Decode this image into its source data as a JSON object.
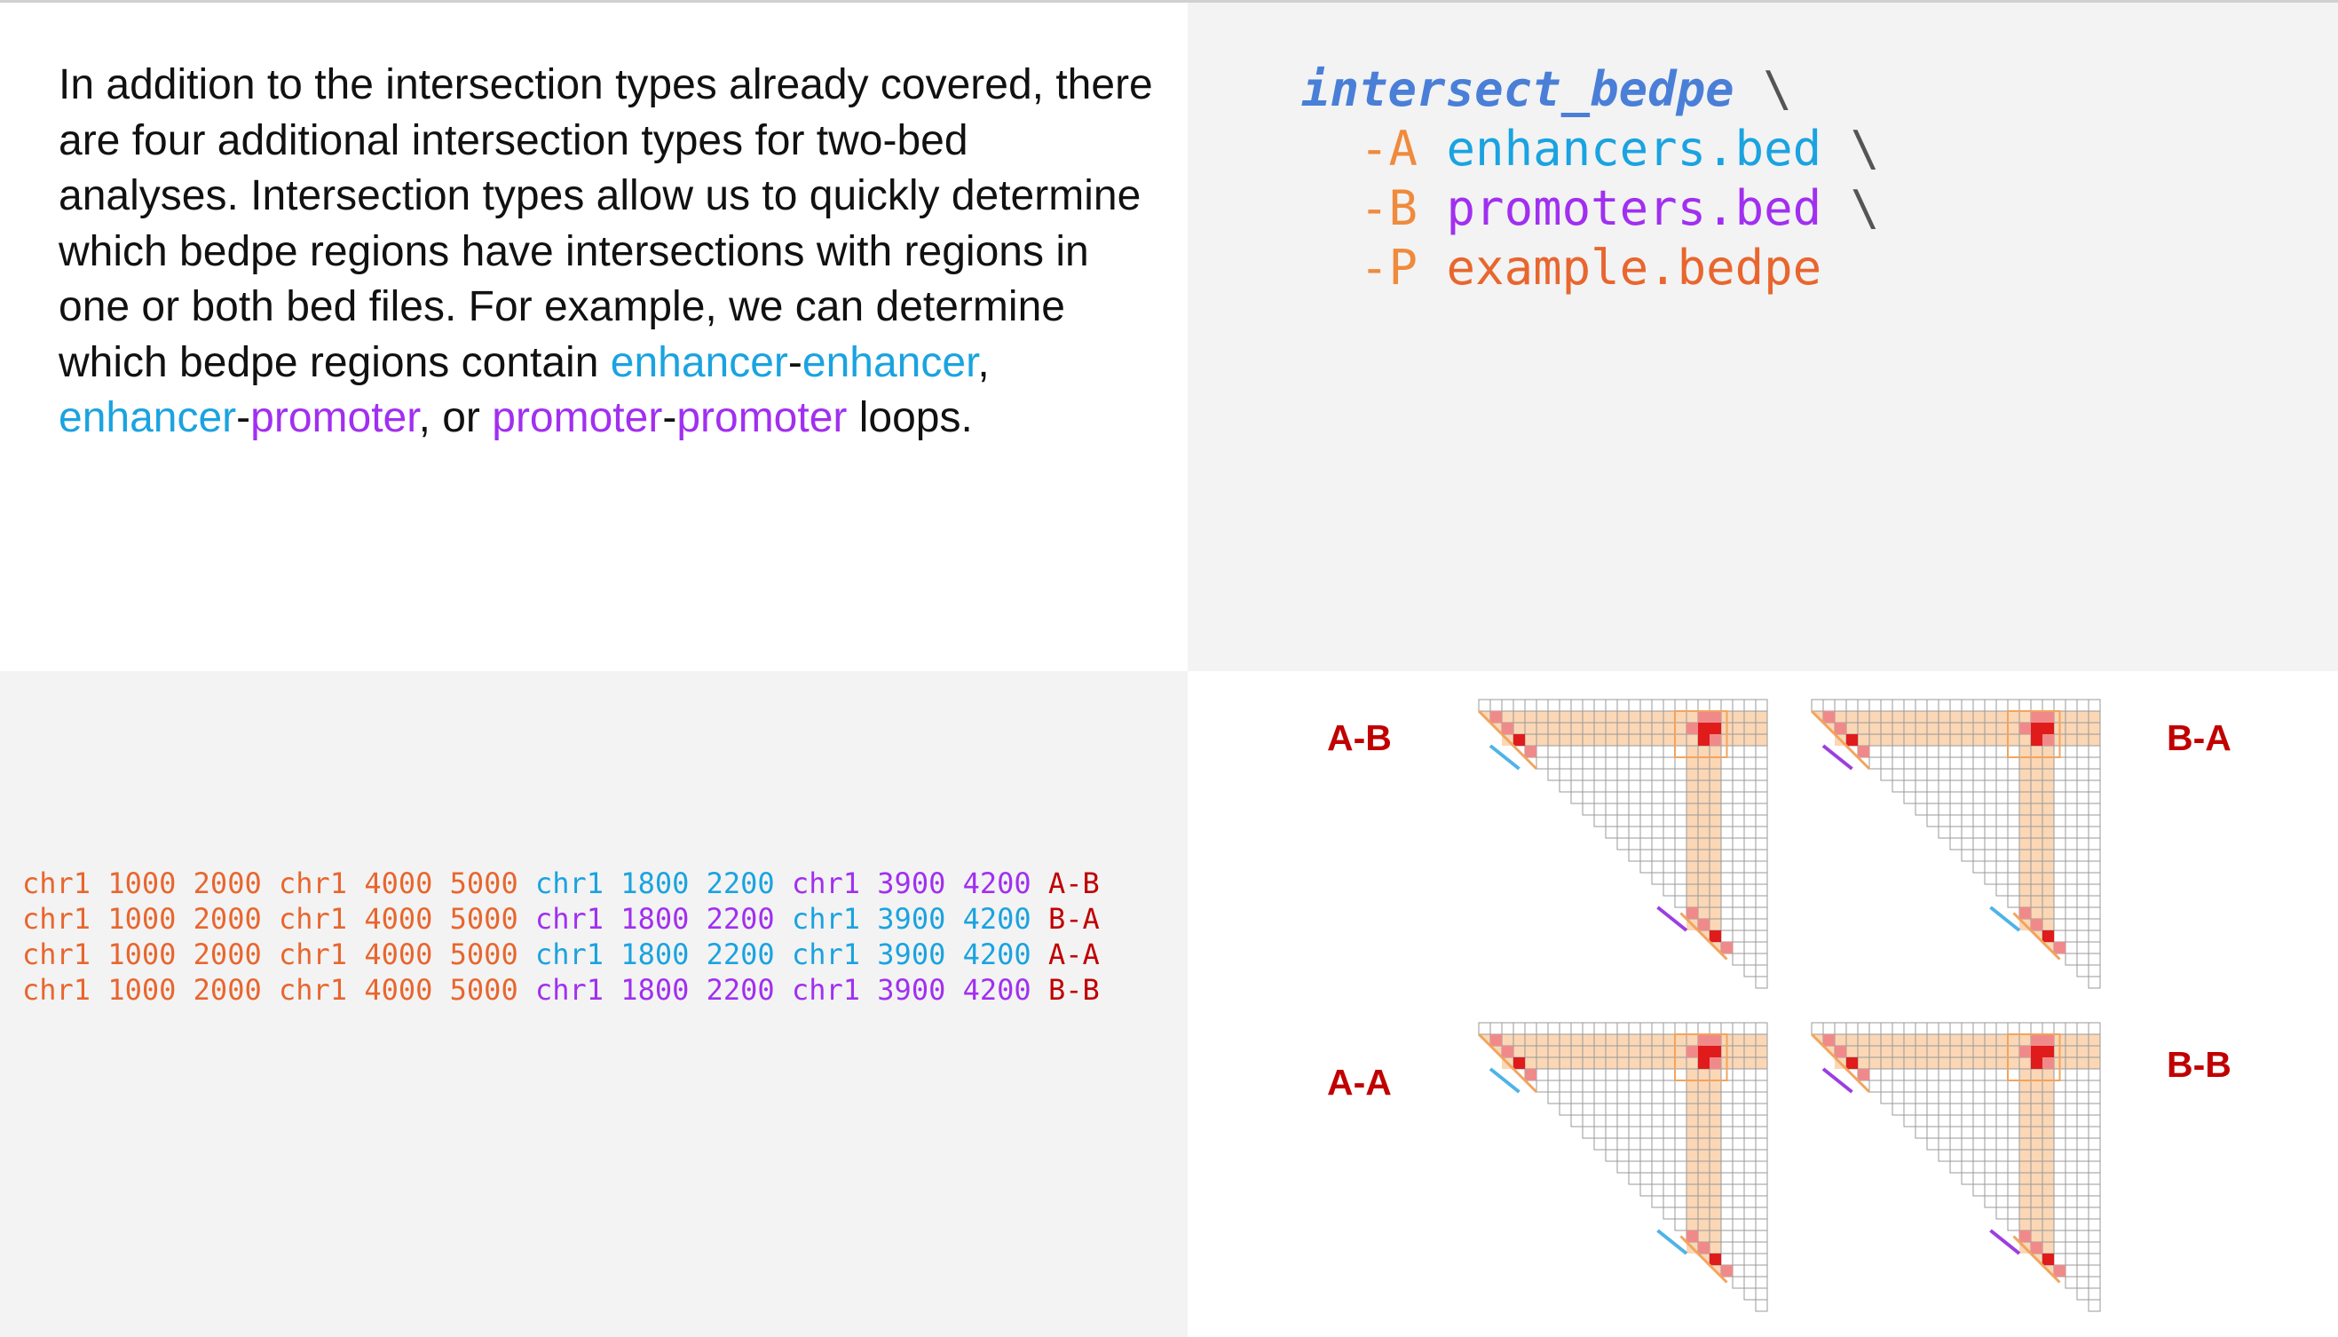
{
  "description": {
    "p1": "In addition to the intersection types already covered, there are four additional intersection types for two-bed analyses. Intersection types allow us to quickly determine which bedpe regions have intersections with regions in one or both bed files. For example, we can determine which bedpe regions contain ",
    "w1": "enhancer",
    "d1": "-",
    "w2": "enhancer",
    "s1": ", ",
    "w3": "enhancer",
    "d2": "-",
    "w4": "promoter",
    "s2": ", or ",
    "w5": "promoter",
    "d3": "-",
    "w6": "promoter",
    "s3": " loops."
  },
  "command": {
    "name": "intersect_bedpe",
    "backslash": "\\",
    "args": [
      {
        "flag": "-A",
        "file": "enhancers.bed",
        "cont": "\\"
      },
      {
        "flag": "-B",
        "file": "promoters.bed",
        "cont": "\\"
      },
      {
        "flag": "-P",
        "file": "example.bedpe",
        "cont": ""
      }
    ]
  },
  "rows": [
    {
      "loop": "chr1 1000 2000 chr1 4000 5000",
      "a": "chr1 1800 2200",
      "a_type": "b",
      "b": "chr1 3900 4200",
      "b_type": "p",
      "tag": "A-B"
    },
    {
      "loop": "chr1 1000 2000 chr1 4000 5000",
      "a": "chr1 1800 2200",
      "a_type": "p",
      "b": "chr1 3900 4200",
      "b_type": "b",
      "tag": "B-A"
    },
    {
      "loop": "chr1 1000 2000 chr1 4000 5000",
      "a": "chr1 1800 2200",
      "a_type": "b",
      "b": "chr1 3900 4200",
      "b_type": "b",
      "tag": "A-A"
    },
    {
      "loop": "chr1 1000 2000 chr1 4000 5000",
      "a": "chr1 1800 2200",
      "a_type": "p",
      "b": "chr1 3900 4200",
      "b_type": "p",
      "tag": "B-B"
    }
  ],
  "panels": [
    {
      "label": "A-B",
      "first_color": "#4fb3e8",
      "second_color": "#9a3fe0"
    },
    {
      "label": "B-A",
      "first_color": "#9a3fe0",
      "second_color": "#4fb3e8"
    },
    {
      "label": "A-A",
      "first_color": "#4fb3e8",
      "second_color": "#4fb3e8"
    },
    {
      "label": "B-B",
      "first_color": "#9a3fe0",
      "second_color": "#9a3fe0"
    }
  ],
  "colors": {
    "enhancer": "#1aa3e0",
    "promoter": "#a12ff0",
    "loop": "#e8662e",
    "tag": "#c00000",
    "band_fill": "#fbd7b5",
    "band_stroke": "#f2a45e",
    "hot": "#e01b1b",
    "warm": "#f08a8a"
  }
}
